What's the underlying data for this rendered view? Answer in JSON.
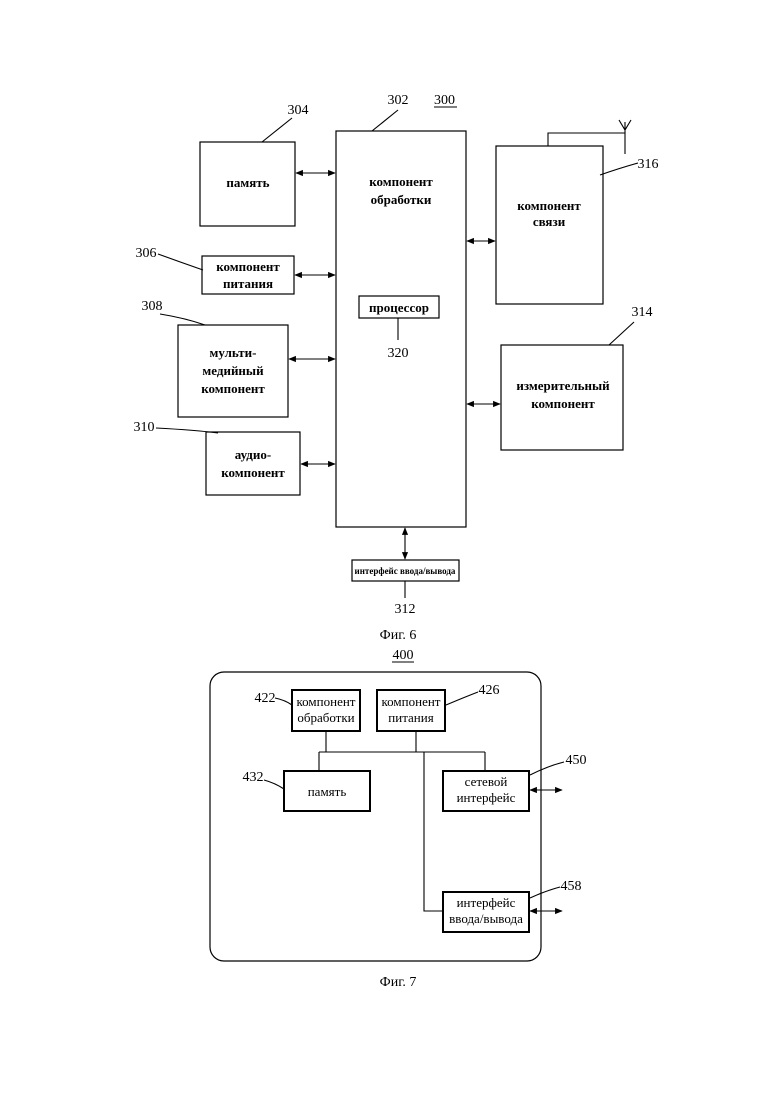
{
  "fig6": {
    "ref_main": "300",
    "processing": {
      "ref": "302",
      "line1": "компонент",
      "line2": "обработки"
    },
    "processor": {
      "ref": "320",
      "label": "процессор"
    },
    "memory": {
      "ref": "304",
      "label": "память"
    },
    "power": {
      "ref": "306",
      "line1": "компонент",
      "line2": "питания"
    },
    "multimedia": {
      "ref": "308",
      "line1": "мульти-",
      "line2": "медийный",
      "line3": "компонент"
    },
    "audio": {
      "ref": "310",
      "line1": "аудио-",
      "line2": "компонент"
    },
    "io": {
      "ref": "312",
      "label": "интерфейс ввода/вывода"
    },
    "sensor": {
      "ref": "314",
      "line1": "измерительный",
      "line2": "компонент"
    },
    "comm": {
      "ref": "316",
      "line1": "компонент",
      "line2": "связи"
    },
    "caption": "Фиг. 6"
  },
  "fig7": {
    "ref_main": "400",
    "processing": {
      "ref": "422",
      "line1": "компонент",
      "line2": "обработки"
    },
    "power": {
      "ref": "426",
      "line1": "компонент",
      "line2": "питания"
    },
    "memory": {
      "ref": "432",
      "label": "память"
    },
    "network": {
      "ref": "450",
      "line1": "сетевой",
      "line2": "интерфейс"
    },
    "io": {
      "ref": "458",
      "line1": "интерфейс",
      "line2": "ввода/вывода"
    },
    "caption": "Фиг. 7"
  }
}
